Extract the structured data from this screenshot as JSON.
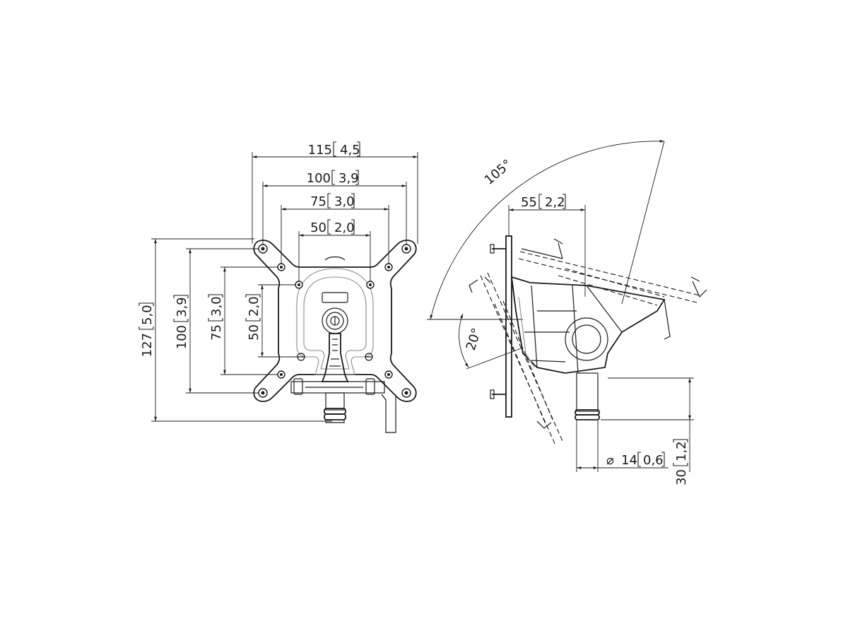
{
  "front_view": {
    "width_dims": [
      {
        "value": "115",
        "inch": "4,5"
      },
      {
        "value": "100",
        "inch": "3,9"
      },
      {
        "value": "75",
        "inch": "3,0"
      },
      {
        "value": "50",
        "inch": "2,0"
      }
    ],
    "height_dims": [
      {
        "value": "127",
        "inch": "5,0"
      },
      {
        "value": "100",
        "inch": "3,9"
      },
      {
        "value": "75",
        "inch": "3,0"
      },
      {
        "value": "50",
        "inch": "2,0"
      }
    ]
  },
  "side_view": {
    "tilt_range": "105°",
    "tilt_down": "20°",
    "depth": {
      "value": "55",
      "inch": "2,2"
    },
    "pole_diameter": {
      "symbol": "⌀",
      "value": "14",
      "inch": "0,6"
    },
    "pole_length": {
      "value": "30",
      "inch": "1,2"
    }
  }
}
